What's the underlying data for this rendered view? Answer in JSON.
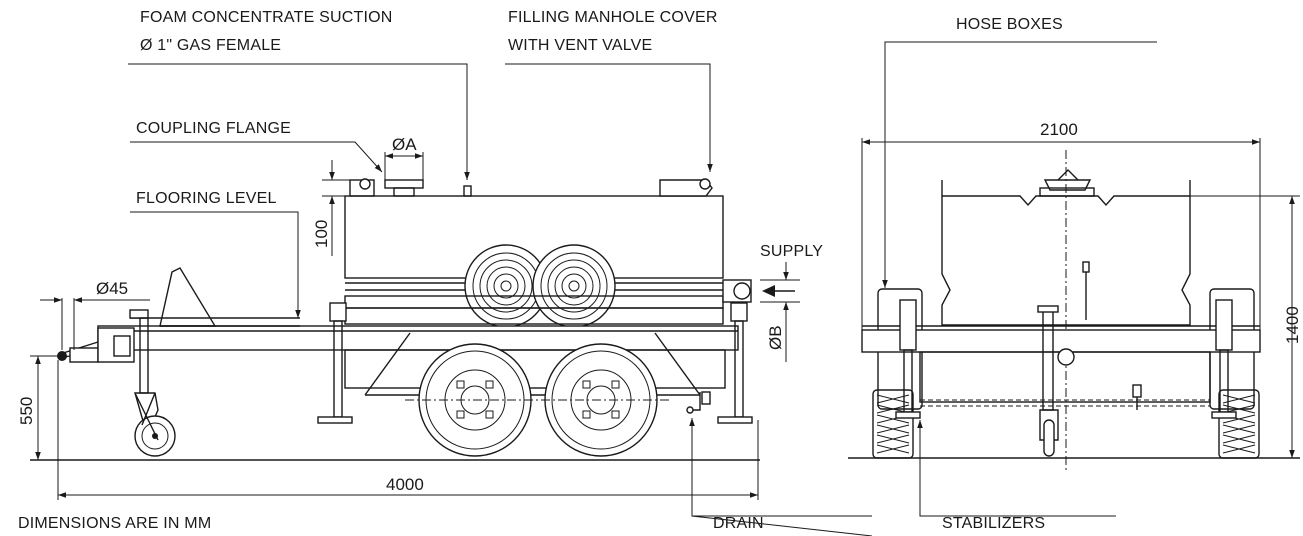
{
  "labels": {
    "foam_line1": "FOAM CONCENTRATE SUCTION",
    "foam_line2": "Ø 1\" GAS FEMALE",
    "filling_line1": "FILLING MANHOLE COVER",
    "filling_line2": "WITH VENT VALVE",
    "hose_boxes": "HOSE BOXES",
    "coupling_flange": "COUPLING FLANGE",
    "flooring_level": "FLOORING LEVEL",
    "supply": "SUPPLY",
    "drain": "DRAIN",
    "stabilizers": "STABILIZERS",
    "dimensions_note": "DIMENSIONS ARE IN MM"
  },
  "dimensions": {
    "phi_a": "ØA",
    "phi_b": "ØB",
    "phi_45": "Ø45",
    "d100": "100",
    "d550": "550",
    "d4000": "4000",
    "d2100": "2100",
    "d1400": "1400"
  }
}
